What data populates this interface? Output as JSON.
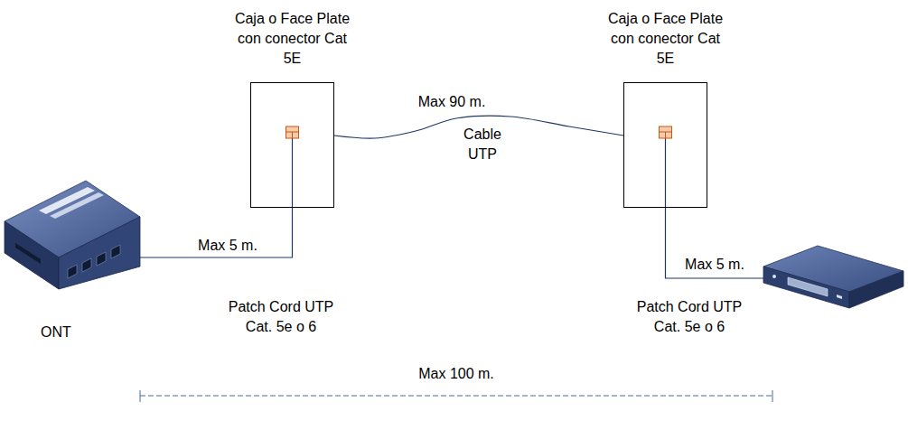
{
  "diagram": {
    "nodes": [
      {
        "text": [
          "Caja o Face Plate con conector Cat 5E"
        ]
      },
      {
        "text": [
          "Caja o Face Plate con conector Cat 5E"
        ]
      },
      {
        "text": [
          "ONT"
        ]
      }
    ],
    "edges": [
      {
        "from": 0,
        "to": 1,
        "label": "Cable UTP",
        "arrow": "none"
      },
      {
        "from": 2,
        "to": 0,
        "arrow": "none"
      }
    ],
    "labels": [
      "Max 90 m.",
      "Max 5 m.",
      "Patch Cord UTP Cat. 5e o 6",
      "Max 5 m.",
      "Patch Cord UTP Cat. 5e o 6",
      "Max 100 m."
    ]
  }
}
